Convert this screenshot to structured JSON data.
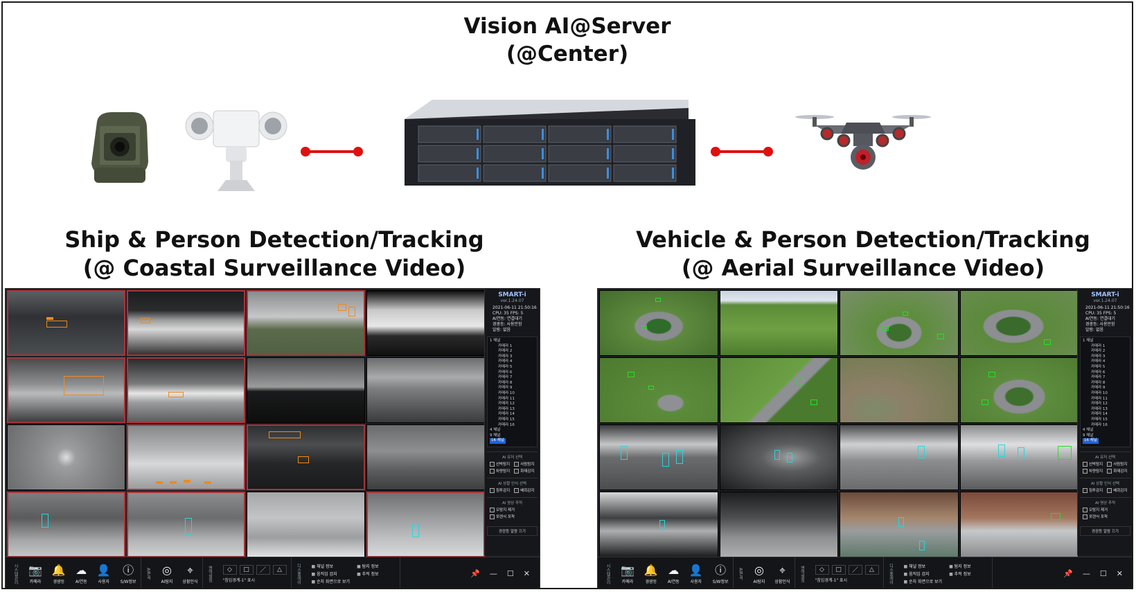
{
  "server_title": {
    "line1": "Vision AI@Server",
    "line2": "(@Center)"
  },
  "left_title": {
    "line1": "Ship & Person Detection/Tracking",
    "line2": "(@ Coastal Surveillance Video)"
  },
  "right_title": {
    "line1": "Vehicle & Person Detection/Tracking",
    "line2": "(@ Aerial Surveillance Video)"
  },
  "colors": {
    "connector": "#e01010",
    "detect_ship": "#f08a1c",
    "detect_person": "#27d6e0",
    "detect_vehicle": "#25e025",
    "panel_bg": "#1e1f24"
  },
  "vms": {
    "brand": "SMART-i",
    "version": "ver.1.24.07",
    "datetime": "2021-06-11 21:50:16",
    "cpu": "CPU: 35",
    "fps": "FPS: 5",
    "ai_status": "AI연동: 연결대기",
    "alarm_status": "경광등: 사용안함",
    "alert": "알람: 없음",
    "tree_root": "1 채널",
    "cameras": [
      "카메라 1",
      "카메라 2",
      "카메라 3",
      "카메라 4",
      "카메라 5",
      "카메라 6",
      "카메라 7",
      "카메라 8",
      "카메라 9",
      "카메라 10",
      "카메라 11",
      "카메라 12",
      "카메라 13",
      "카메라 14",
      "카메라 15",
      "카메라 16"
    ],
    "channel_4": "4 채널",
    "channel_9": "9 채널",
    "channel_16": "16 채널",
    "ai_select_label": "AI 유저 선택",
    "ai_options": [
      "선박탐지",
      "사람탐지",
      "차량탐지",
      "화재감지"
    ],
    "ai_event_label": "AI 상황 인식 선택",
    "ai_events": [
      "침투감지",
      "배회감지"
    ],
    "ai_track_label": "AI 영상 추적",
    "ai_tracks": [
      "오탐지 제거",
      "포렌식 포착"
    ],
    "alarm_button": "경광등 알람 끄기",
    "toolbar_left_label": "시스템관리",
    "toolbar_buttons": [
      {
        "icon": "camera-icon",
        "glyph": "📷",
        "label": "카메라"
      },
      {
        "icon": "siren-icon",
        "glyph": "🔔",
        "label": "경광등"
      },
      {
        "icon": "ai-cloud-icon",
        "glyph": "☁",
        "label": "AI연동"
      },
      {
        "icon": "user-icon",
        "glyph": "👤",
        "label": "사용자"
      },
      {
        "icon": "info-icon",
        "glyph": "ⓘ",
        "label": "S/W정보"
      }
    ],
    "toolbar_mid_label": "AI분석",
    "toolbar_mid_buttons": [
      {
        "icon": "radar-icon",
        "glyph": "◎",
        "label": "AI탐지"
      },
      {
        "icon": "target-icon",
        "glyph": "⌖",
        "label": "상황인식"
      }
    ],
    "draw_label": "영역설정",
    "draw_check": "\"침입경계-1\" 표시",
    "display_label": "디스플레이",
    "display_checks": [
      "채널 정보",
      "탐지 정보",
      "움직임 검지",
      "추적 정보",
      "순차 화면으로 보기"
    ]
  }
}
